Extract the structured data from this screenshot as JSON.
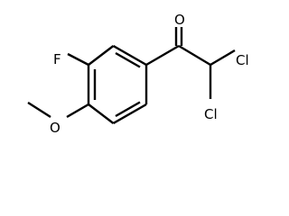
{
  "molecule": {
    "atoms": {
      "oxygen_carbonyl": "O",
      "chlorine_1": "Cl",
      "chlorine_2": "Cl",
      "fluorine": "F",
      "oxygen_methoxy": "O"
    }
  }
}
